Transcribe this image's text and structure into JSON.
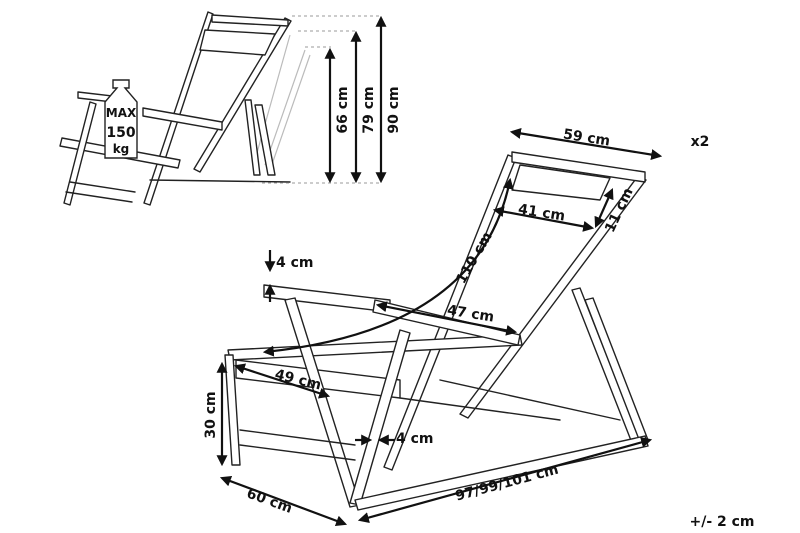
{
  "heights": {
    "low": "66 cm",
    "mid": "79 cm",
    "high": "90 cm"
  },
  "weight_badge": {
    "line1": "MAX",
    "line2": "150",
    "line3": "kg"
  },
  "quantity": "x2",
  "dimensions": {
    "top_width": "59 cm",
    "headrest_width": "41 cm",
    "headrest_height": "11 cm",
    "fabric_length": "110 cm",
    "armrest_thickness": "4 cm",
    "armrest_length": "47 cm",
    "seat_depth": "49 cm",
    "seat_height": "30 cm",
    "leg_thickness": "4 cm",
    "width": "60 cm",
    "length": "97/99/101 cm"
  },
  "tolerance": "+/- 2 cm",
  "colors": {
    "line": "#222222",
    "ghost": "#bbbbbb"
  }
}
